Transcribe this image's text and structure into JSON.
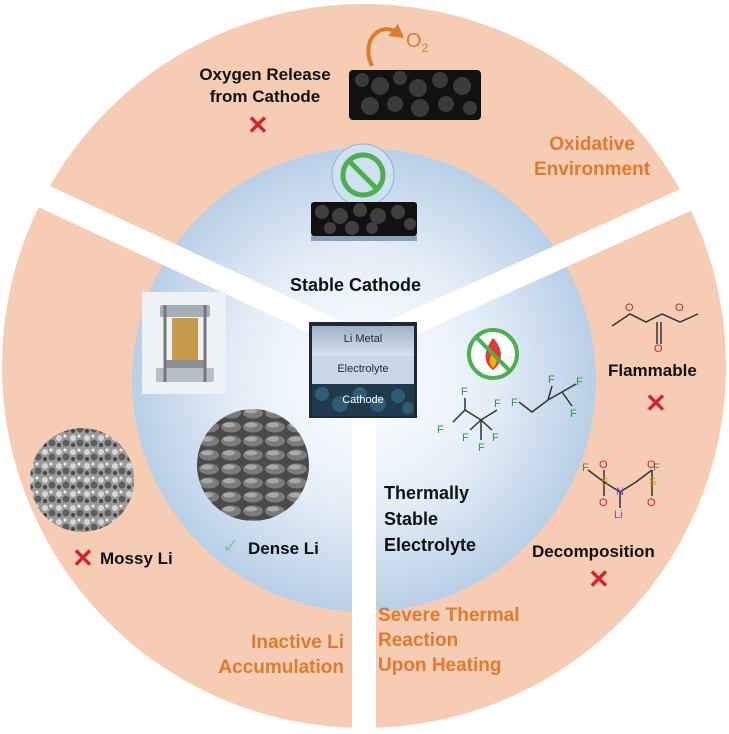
{
  "top": {
    "oxygen_release_line1": "Oxygen Release",
    "oxygen_release_line2": "from Cathode",
    "o2_label": "O",
    "o2_sub": "2",
    "oxidative_line1": "Oxidative",
    "oxidative_line2": "Environment",
    "stable_cathode": "Stable Cathode"
  },
  "center": {
    "layer_li_metal": "Li Metal",
    "layer_electrolyte": "Electrolyte",
    "layer_cathode": "Cathode"
  },
  "right": {
    "flammable": "Flammable",
    "decomposition": "Decomposition",
    "thermally_line1": "Thermally",
    "thermally_line2": "Stable",
    "thermally_line3": "Electrolyte",
    "severe_line1": "Severe Thermal",
    "severe_line2": "Reaction",
    "severe_line3": "Upon Heating",
    "atoms": {
      "F": "F",
      "O": "O",
      "S": "S",
      "N": "N",
      "Li": "Li"
    }
  },
  "left": {
    "mossy_li": "Mossy Li",
    "dense_li": "Dense Li",
    "inactive_line1": "Inactive Li",
    "inactive_line2": "Accumulation"
  },
  "symbols": {
    "cross": "✕",
    "check": "✓"
  },
  "colors": {
    "outer_ring": "#f6cdb4",
    "inner_disk_center": "#ffffff",
    "inner_disk_edge": "#b9cfe6",
    "orange_text": "#e07a2e",
    "cross_red": "#d6242a",
    "check_green": "#7cc9a6",
    "molecule_green": "#2e9a3e",
    "molecule_red": "#d6242a",
    "molecule_purple": "#7a4bbf",
    "no_sign_green": "#4caf50"
  }
}
